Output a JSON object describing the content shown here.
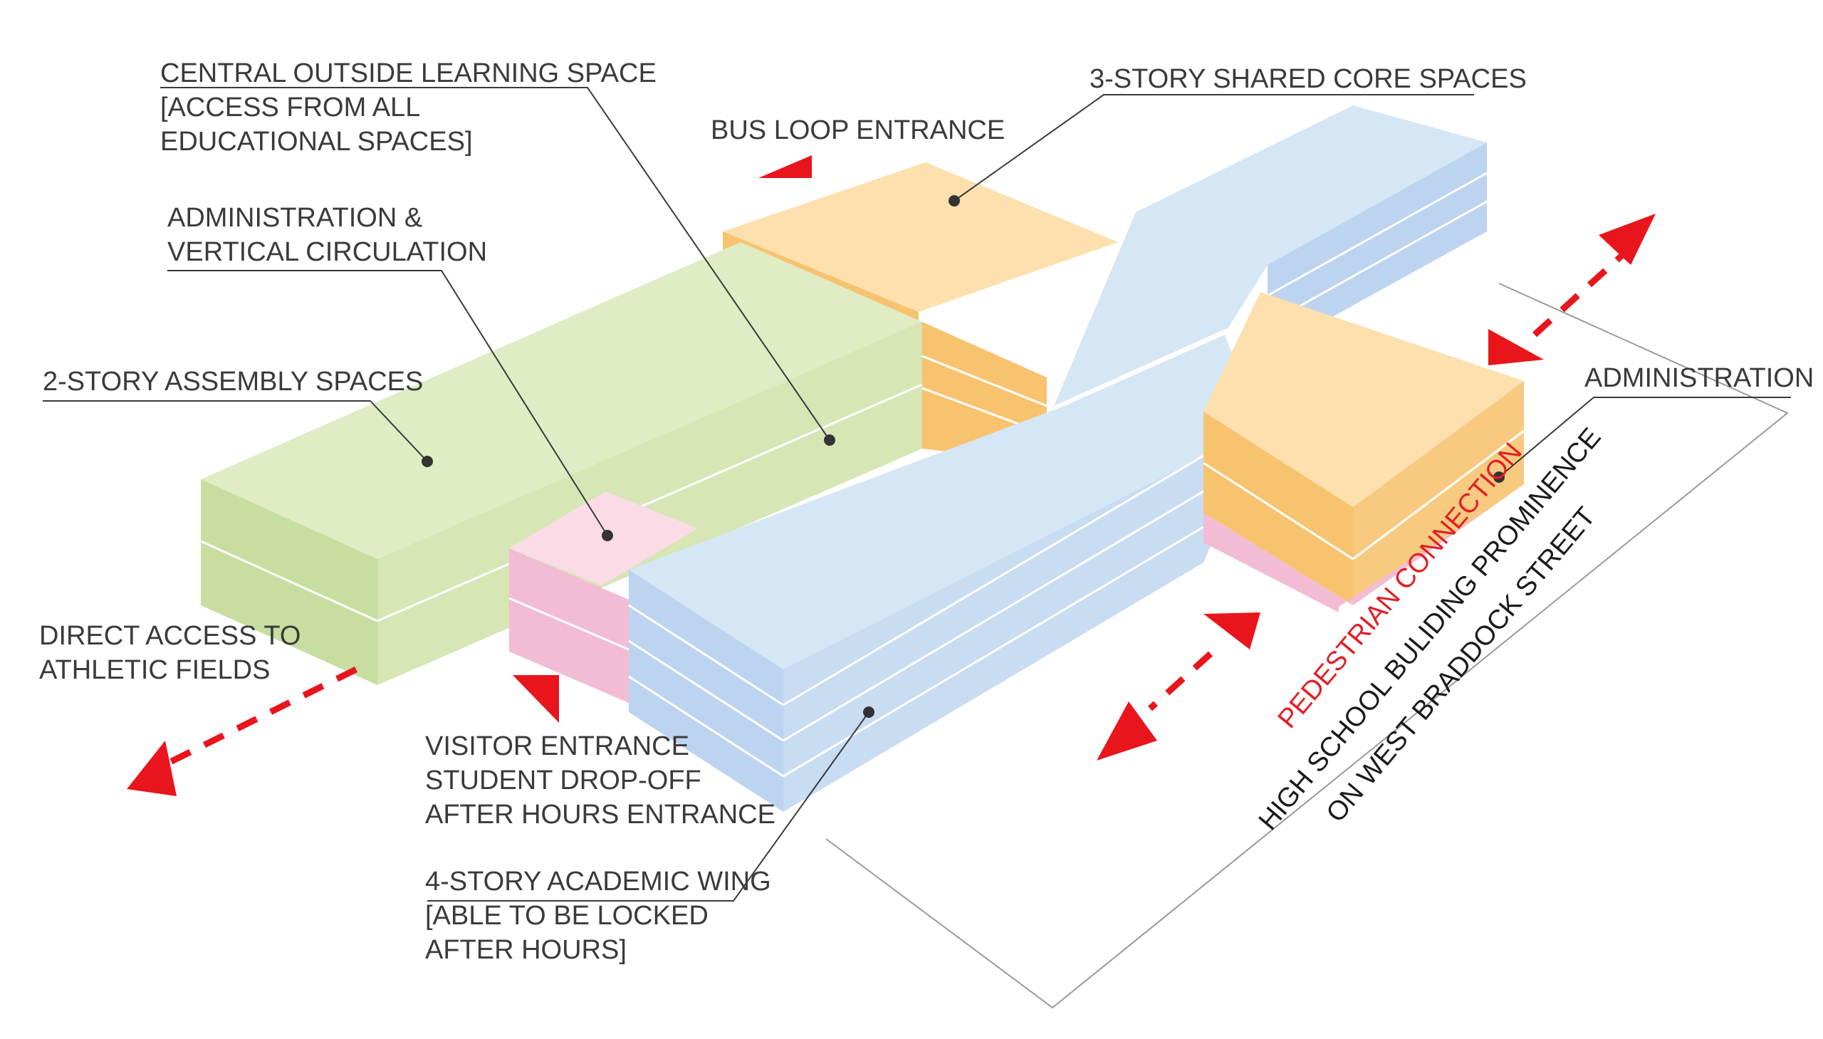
{
  "labels": {
    "central_outside": [
      "CENTRAL OUTSIDE LEARNING SPACE",
      "[ACCESS FROM ALL",
      "EDUCATIONAL SPACES]"
    ],
    "admin_vertical": [
      "ADMINISTRATION &",
      "VERTICAL CIRCULATION"
    ],
    "assembly": [
      "2-STORY ASSEMBLY SPACES"
    ],
    "athletic": [
      "DIRECT ACCESS TO",
      "ATHLETIC FIELDS"
    ],
    "bus_loop": [
      "BUS LOOP ENTRANCE"
    ],
    "shared_core": [
      "3-STORY SHARED CORE SPACES"
    ],
    "administration": [
      "ADMINISTRATION"
    ],
    "visitor": [
      "VISITOR ENTRANCE",
      "STUDENT DROP-OFF",
      "AFTER HOURS ENTRANCE"
    ],
    "academic": [
      "4-STORY ACADEMIC WING",
      "[ABLE TO BE LOCKED",
      "AFTER HOURS]"
    ],
    "pedestrian": [
      "PEDESTRIAN CONNECTION"
    ],
    "prominence": [
      "HIGH SCHOOL BULIDING PROMINENCE",
      "ON WEST BRADDOCK STREET"
    ]
  },
  "colors": {
    "green_top": "#e0ecc4",
    "green_side": "#c7dea0",
    "orange_top": "#fde0ad",
    "orange_side": "#f7c36f",
    "pink_top": "#fadbe6",
    "pink_side": "#f2bcd4",
    "blue_top": "#d5e6f5",
    "blue_side": "#bcd4ef",
    "accent_red": "#e8161c"
  }
}
